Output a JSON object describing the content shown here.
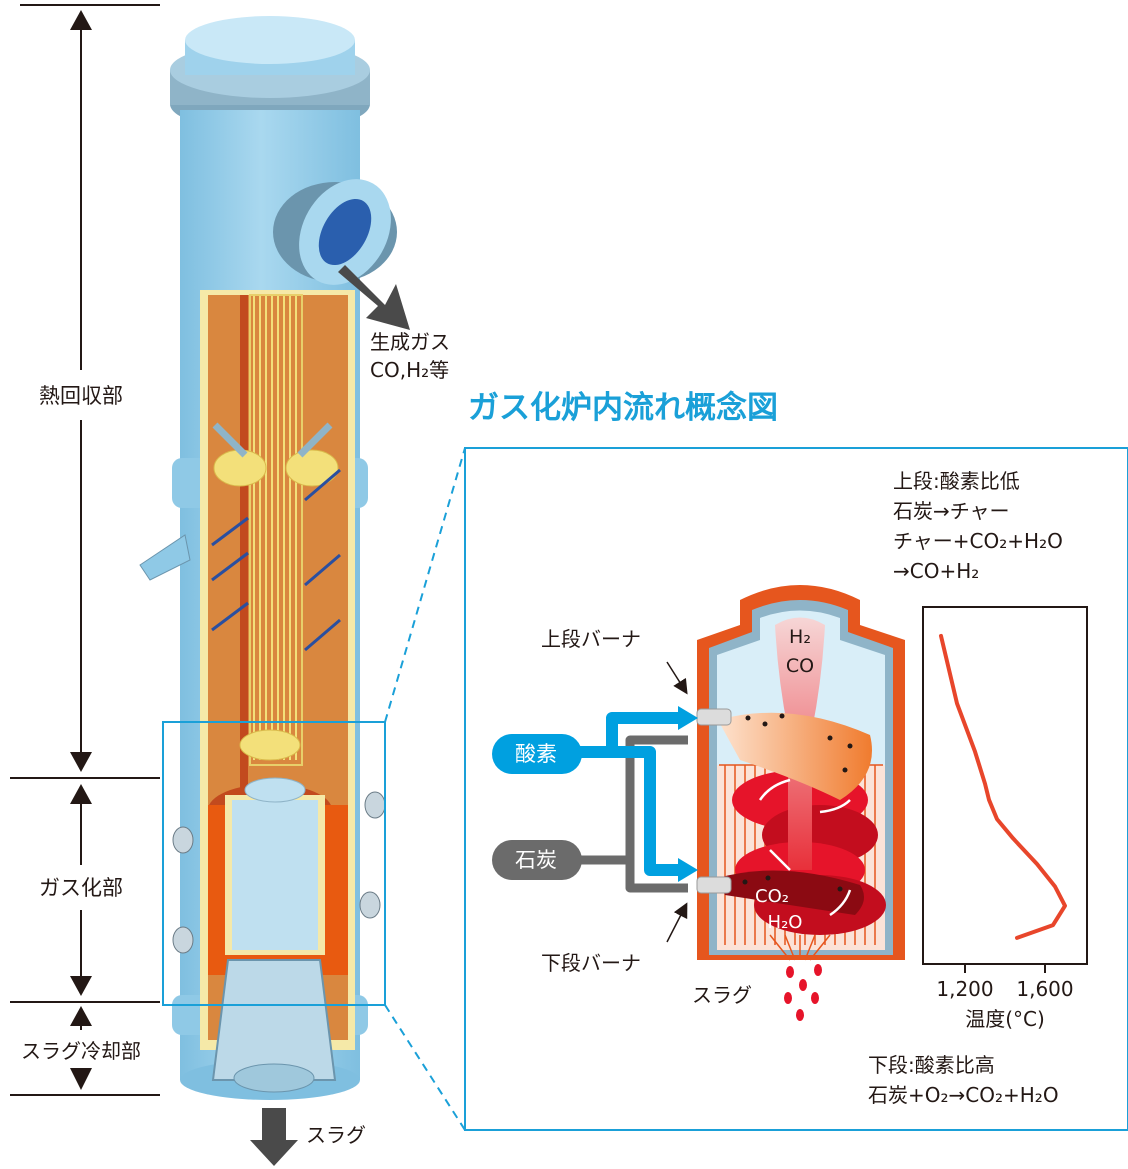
{
  "sections": {
    "heat_recovery": "熱回収部",
    "gasification": "ガス化部",
    "slag_cooling": "スラグ冷却部"
  },
  "outlet_gas": {
    "line1": "生成ガス",
    "line2": "CO,H₂等"
  },
  "slag_bottom": "スラグ",
  "concept_title": "ガス化炉内流れ概念図",
  "upper_stage": {
    "line1": "上段:酸素比低",
    "line2": "石炭→チャー",
    "line3": "チャー+CO₂+H₂O",
    "line4": "→CO+H₂"
  },
  "lower_stage": {
    "line1": "下段:酸素比高",
    "line2": "石炭+O₂→CO₂+H₂O"
  },
  "burners": {
    "upper": "上段バーナ",
    "lower": "下段バーナ"
  },
  "feeds": {
    "oxygen": "酸素",
    "coal": "石炭"
  },
  "species": {
    "top_1": "H₂",
    "top_2": "CO",
    "bottom_1": "CO₂",
    "bottom_2": "H₂O"
  },
  "slag_label": "スラグ",
  "temp_chart": {
    "xlabel": "温度(°C)",
    "ticks": [
      "1,200",
      "1,600"
    ]
  },
  "chart_data": {
    "type": "line",
    "x": [
      1080,
      1160,
      1250,
      1300,
      1320,
      1360,
      1440,
      1560,
      1650,
      1700,
      1640,
      1460
    ],
    "y_position_fraction_from_top": [
      0.09,
      0.3,
      0.45,
      0.55,
      0.6,
      0.66,
      0.72,
      0.8,
      0.87,
      0.93,
      0.99,
      1.03
    ],
    "xlabel": "温度(°C)",
    "xticks": [
      1200,
      1600
    ],
    "color": "#e8462b"
  },
  "colors": {
    "accent": "#1aa0d8",
    "shell": "#8fc9e6",
    "refractory": "#d9873f",
    "flame_red": "#e6142a",
    "coal_gray": "#6b6b6b",
    "oxygen_blue": "#00a0e0"
  }
}
